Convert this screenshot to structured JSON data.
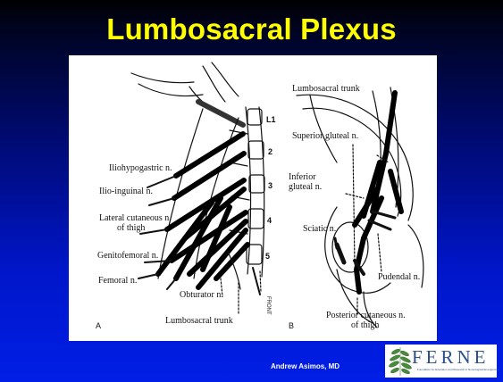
{
  "slide": {
    "title": "Lumbosacral Plexus",
    "author": "Andrew Asimos, MD"
  },
  "figure": {
    "panel_a": {
      "letter": "A",
      "labels": {
        "iliohypogastric": "Iliohypogastric n.",
        "ilioinguinal": "Ilio-inguinal n.",
        "lateral_cutaneous": "Lateral cutaneous n.",
        "of_thigh": "of thigh",
        "genitofemoral": "Genitofemoral n.",
        "femoral": "Femoral n.",
        "obturator": "Obturator n.",
        "lumbosacral_trunk": "Lumbosacral trunk"
      },
      "vertebrae": [
        "L1",
        "2",
        "3",
        "4",
        "5"
      ]
    },
    "panel_b": {
      "letter": "B",
      "labels": {
        "lumbosacral_trunk": "Lumbosacral trunk",
        "superior_gluteal": "Superior gluteal n.",
        "inferior": "Inferior",
        "gluteal": "gluteal n.",
        "sciatic": "Sciatic n.",
        "pudendal": "Pudendal n.",
        "posterior_cutaneous": "Posterior cutaneous n.",
        "of_thigh": "of thigh"
      }
    }
  },
  "logo": {
    "text": "FERNE",
    "subtitle": "Foundation for Education and Research in Neurological Emergencies"
  }
}
